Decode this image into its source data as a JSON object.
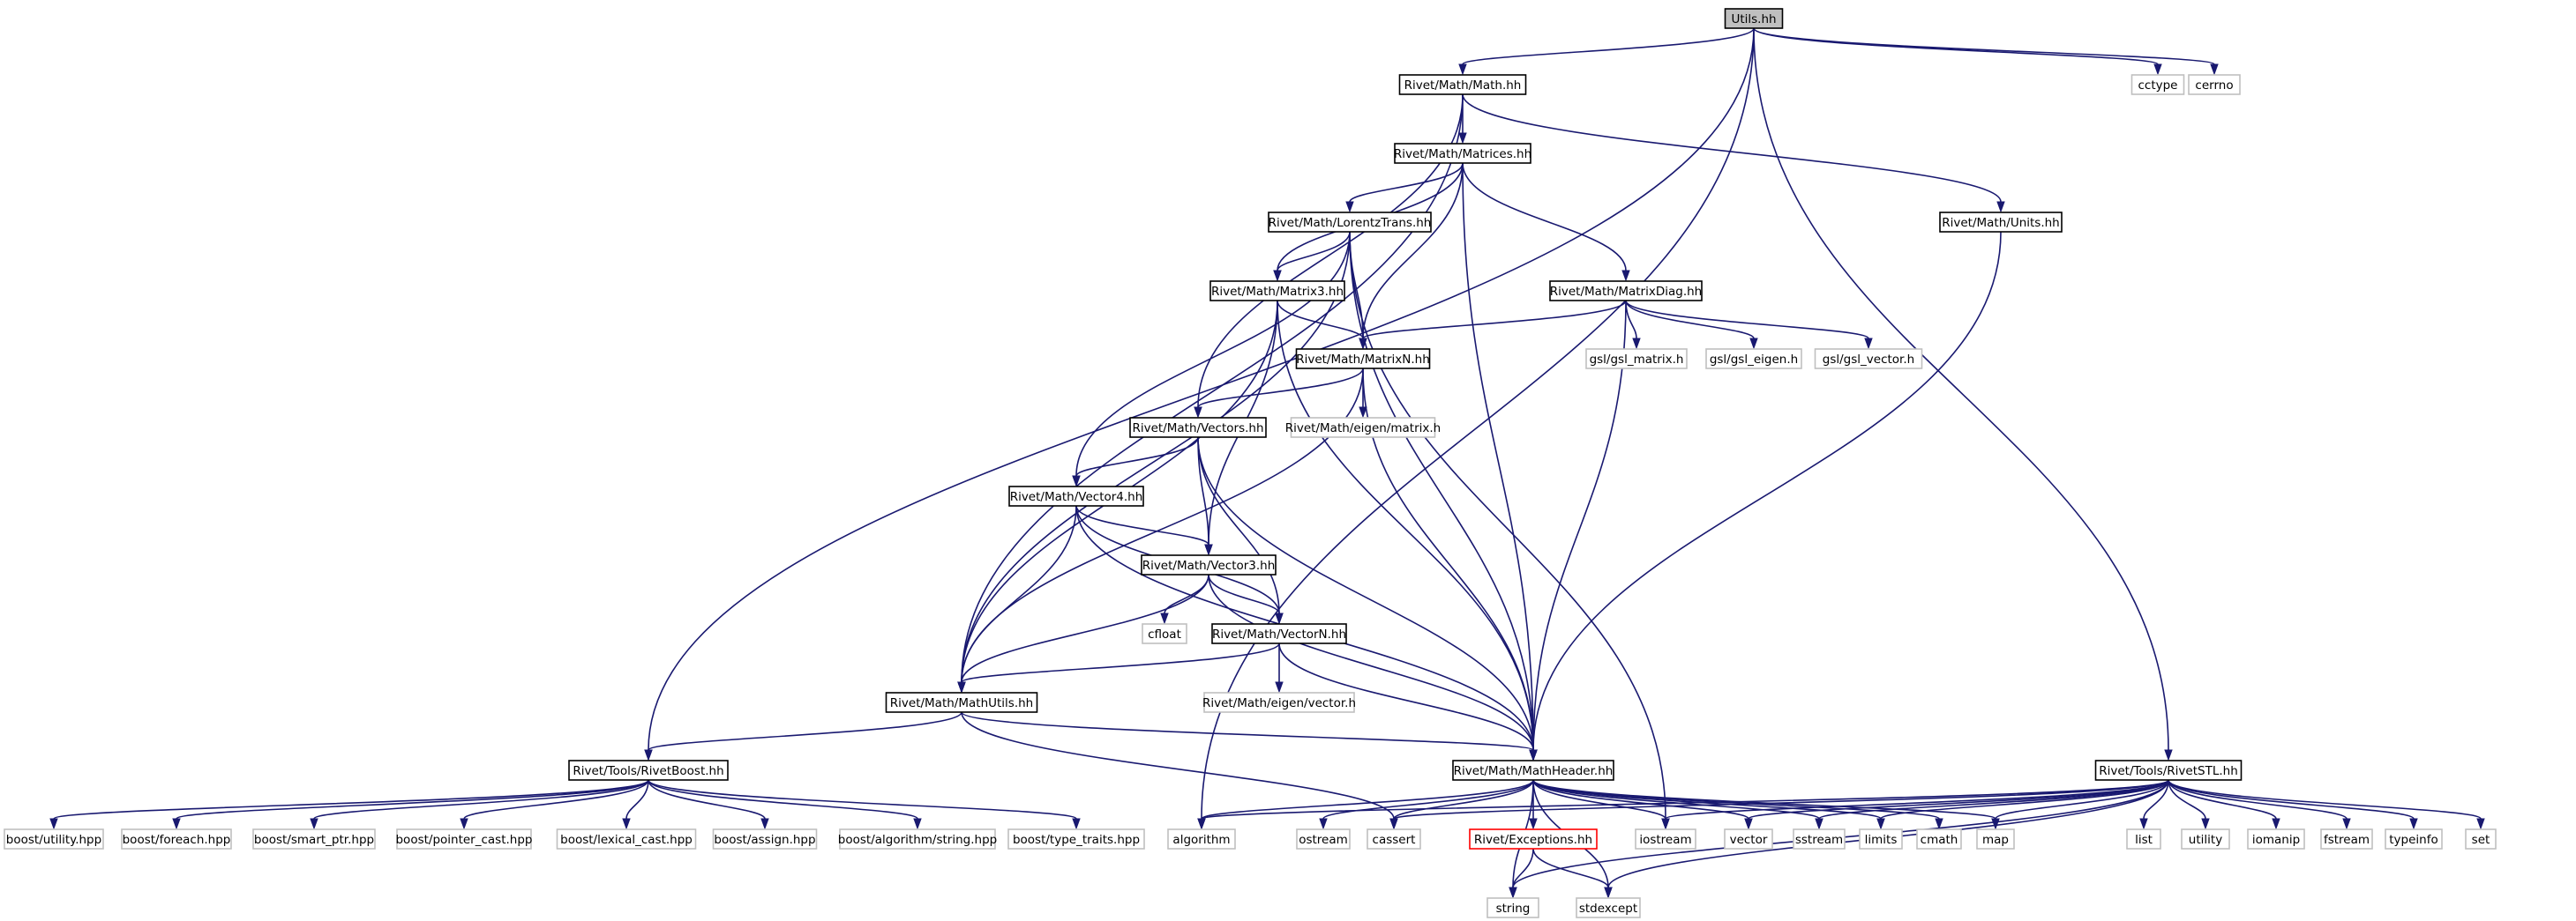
{
  "title": "Utils.hh",
  "colors": {
    "edge": "#191970",
    "root_fill": "#bfbfbf",
    "internal_border": "#000000",
    "system_border": "#bfbfbf",
    "missing_border": "#ff0000",
    "text": "#000000"
  },
  "nodes": [
    {
      "id": "utils",
      "label": "Utils.hh",
      "kind": "root"
    },
    {
      "id": "math",
      "label": "Rivet/Math/Math.hh",
      "kind": "internal"
    },
    {
      "id": "cctype",
      "label": "cctype",
      "kind": "system"
    },
    {
      "id": "cerrno",
      "label": "cerrno",
      "kind": "system"
    },
    {
      "id": "matrices",
      "label": "Rivet/Math/Matrices.hh",
      "kind": "internal"
    },
    {
      "id": "units",
      "label": "Rivet/Math/Units.hh",
      "kind": "internal"
    },
    {
      "id": "lorentz",
      "label": "Rivet/Math/LorentzTrans.hh",
      "kind": "internal"
    },
    {
      "id": "matrix3",
      "label": "Rivet/Math/Matrix3.hh",
      "kind": "internal"
    },
    {
      "id": "matrixdiag",
      "label": "Rivet/Math/MatrixDiag.hh",
      "kind": "internal"
    },
    {
      "id": "matrixn",
      "label": "Rivet/Math/MatrixN.hh",
      "kind": "internal"
    },
    {
      "id": "gslmatrix",
      "label": "gsl/gsl_matrix.h",
      "kind": "system"
    },
    {
      "id": "gsleigen",
      "label": "gsl/gsl_eigen.h",
      "kind": "system"
    },
    {
      "id": "gslvector",
      "label": "gsl/gsl_vector.h",
      "kind": "system"
    },
    {
      "id": "vectors",
      "label": "Rivet/Math/Vectors.hh",
      "kind": "internal"
    },
    {
      "id": "eigenmatrix",
      "label": "Rivet/Math/eigen/matrix.h",
      "kind": "system"
    },
    {
      "id": "vector4",
      "label": "Rivet/Math/Vector4.hh",
      "kind": "internal"
    },
    {
      "id": "vector3",
      "label": "Rivet/Math/Vector3.hh",
      "kind": "internal"
    },
    {
      "id": "cfloat",
      "label": "cfloat",
      "kind": "system"
    },
    {
      "id": "vectorn",
      "label": "Rivet/Math/VectorN.hh",
      "kind": "internal"
    },
    {
      "id": "eigenvector",
      "label": "Rivet/Math/eigen/vector.h",
      "kind": "system"
    },
    {
      "id": "mathutils",
      "label": "Rivet/Math/MathUtils.hh",
      "kind": "internal"
    },
    {
      "id": "rivetboost",
      "label": "Rivet/Tools/RivetBoost.hh",
      "kind": "internal"
    },
    {
      "id": "mathheader",
      "label": "Rivet/Math/MathHeader.hh",
      "kind": "internal"
    },
    {
      "id": "rivetstl",
      "label": "Rivet/Tools/RivetSTL.hh",
      "kind": "internal"
    },
    {
      "id": "butility",
      "label": "boost/utility.hpp",
      "kind": "system"
    },
    {
      "id": "bforeach",
      "label": "boost/foreach.hpp",
      "kind": "system"
    },
    {
      "id": "bsmartptr",
      "label": "boost/smart_ptr.hpp",
      "kind": "system"
    },
    {
      "id": "bpointercast",
      "label": "boost/pointer_cast.hpp",
      "kind": "system"
    },
    {
      "id": "blexical",
      "label": "boost/lexical_cast.hpp",
      "kind": "system"
    },
    {
      "id": "bassign",
      "label": "boost/assign.hpp",
      "kind": "system"
    },
    {
      "id": "balgstring",
      "label": "boost/algorithm/string.hpp",
      "kind": "system"
    },
    {
      "id": "btypetraits",
      "label": "boost/type_traits.hpp",
      "kind": "system"
    },
    {
      "id": "algorithm",
      "label": "algorithm",
      "kind": "system"
    },
    {
      "id": "ostream",
      "label": "ostream",
      "kind": "system"
    },
    {
      "id": "cassert",
      "label": "cassert",
      "kind": "system"
    },
    {
      "id": "exceptions",
      "label": "Rivet/Exceptions.hh",
      "kind": "missing"
    },
    {
      "id": "iostream",
      "label": "iostream",
      "kind": "system"
    },
    {
      "id": "vector",
      "label": "vector",
      "kind": "system"
    },
    {
      "id": "sstream",
      "label": "sstream",
      "kind": "system"
    },
    {
      "id": "limits",
      "label": "limits",
      "kind": "system"
    },
    {
      "id": "cmath",
      "label": "cmath",
      "kind": "system"
    },
    {
      "id": "map",
      "label": "map",
      "kind": "system"
    },
    {
      "id": "list",
      "label": "list",
      "kind": "system"
    },
    {
      "id": "utility",
      "label": "utility",
      "kind": "system"
    },
    {
      "id": "iomanip",
      "label": "iomanip",
      "kind": "system"
    },
    {
      "id": "fstream",
      "label": "fstream",
      "kind": "system"
    },
    {
      "id": "typeinfo",
      "label": "typeinfo",
      "kind": "system"
    },
    {
      "id": "set",
      "label": "set",
      "kind": "system"
    },
    {
      "id": "string",
      "label": "string",
      "kind": "system"
    },
    {
      "id": "stdexcept",
      "label": "stdexcept",
      "kind": "system"
    }
  ],
  "edges": [
    [
      "utils",
      "math"
    ],
    [
      "utils",
      "cctype"
    ],
    [
      "utils",
      "cerrno"
    ],
    [
      "utils",
      "rivetboost"
    ],
    [
      "utils",
      "algorithm"
    ],
    [
      "utils",
      "rivetstl"
    ],
    [
      "math",
      "matrices"
    ],
    [
      "math",
      "units"
    ],
    [
      "math",
      "vectors"
    ],
    [
      "math",
      "mathutils"
    ],
    [
      "matrices",
      "lorentz"
    ],
    [
      "matrices",
      "matrix3"
    ],
    [
      "matrices",
      "matrixdiag"
    ],
    [
      "matrices",
      "matrixn"
    ],
    [
      "matrices",
      "mathheader"
    ],
    [
      "units",
      "mathheader"
    ],
    [
      "lorentz",
      "matrix3"
    ],
    [
      "lorentz",
      "matrixn"
    ],
    [
      "lorentz",
      "vector4"
    ],
    [
      "lorentz",
      "mathutils"
    ],
    [
      "lorentz",
      "mathheader"
    ],
    [
      "lorentz",
      "iostream"
    ],
    [
      "matrix3",
      "matrixn"
    ],
    [
      "matrix3",
      "vector3"
    ],
    [
      "matrix3",
      "mathutils"
    ],
    [
      "matrix3",
      "mathheader"
    ],
    [
      "matrixdiag",
      "matrixn"
    ],
    [
      "matrixdiag",
      "gslmatrix"
    ],
    [
      "matrixdiag",
      "gsleigen"
    ],
    [
      "matrixdiag",
      "gslvector"
    ],
    [
      "matrixdiag",
      "mathheader"
    ],
    [
      "matrixn",
      "vectors"
    ],
    [
      "matrixn",
      "eigenmatrix"
    ],
    [
      "matrixn",
      "mathutils"
    ],
    [
      "matrixn",
      "mathheader"
    ],
    [
      "vectors",
      "vector4"
    ],
    [
      "vectors",
      "vector3"
    ],
    [
      "vectors",
      "vectorn"
    ],
    [
      "vectors",
      "mathheader"
    ],
    [
      "vector4",
      "vector3"
    ],
    [
      "vector4",
      "vectorn"
    ],
    [
      "vector4",
      "mathutils"
    ],
    [
      "vector4",
      "mathheader"
    ],
    [
      "vector3",
      "cfloat"
    ],
    [
      "vector3",
      "vectorn"
    ],
    [
      "vector3",
      "mathutils"
    ],
    [
      "vector3",
      "mathheader"
    ],
    [
      "vectorn",
      "eigenvector"
    ],
    [
      "vectorn",
      "mathutils"
    ],
    [
      "vectorn",
      "mathheader"
    ],
    [
      "mathutils",
      "rivetboost"
    ],
    [
      "mathutils",
      "mathheader"
    ],
    [
      "mathutils",
      "cassert"
    ],
    [
      "rivetboost",
      "butility"
    ],
    [
      "rivetboost",
      "bforeach"
    ],
    [
      "rivetboost",
      "bsmartptr"
    ],
    [
      "rivetboost",
      "bpointercast"
    ],
    [
      "rivetboost",
      "blexical"
    ],
    [
      "rivetboost",
      "bassign"
    ],
    [
      "rivetboost",
      "balgstring"
    ],
    [
      "rivetboost",
      "btypetraits"
    ],
    [
      "mathheader",
      "string"
    ],
    [
      "mathheader",
      "ostream"
    ],
    [
      "mathheader",
      "cassert"
    ],
    [
      "mathheader",
      "exceptions"
    ],
    [
      "mathheader",
      "iostream"
    ],
    [
      "mathheader",
      "vector"
    ],
    [
      "mathheader",
      "sstream"
    ],
    [
      "mathheader",
      "limits"
    ],
    [
      "mathheader",
      "cmath"
    ],
    [
      "mathheader",
      "map"
    ],
    [
      "mathheader",
      "algorithm"
    ],
    [
      "mathheader",
      "stdexcept"
    ],
    [
      "exceptions",
      "string"
    ],
    [
      "exceptions",
      "stdexcept"
    ],
    [
      "rivetstl",
      "algorithm"
    ],
    [
      "rivetstl",
      "cassert"
    ],
    [
      "rivetstl",
      "iostream"
    ],
    [
      "rivetstl",
      "vector"
    ],
    [
      "rivetstl",
      "sstream"
    ],
    [
      "rivetstl",
      "limits"
    ],
    [
      "rivetstl",
      "map"
    ],
    [
      "rivetstl",
      "list"
    ],
    [
      "rivetstl",
      "utility"
    ],
    [
      "rivetstl",
      "iomanip"
    ],
    [
      "rivetstl",
      "fstream"
    ],
    [
      "rivetstl",
      "typeinfo"
    ],
    [
      "rivetstl",
      "set"
    ],
    [
      "rivetstl",
      "string"
    ],
    [
      "rivetstl",
      "stdexcept"
    ]
  ]
}
